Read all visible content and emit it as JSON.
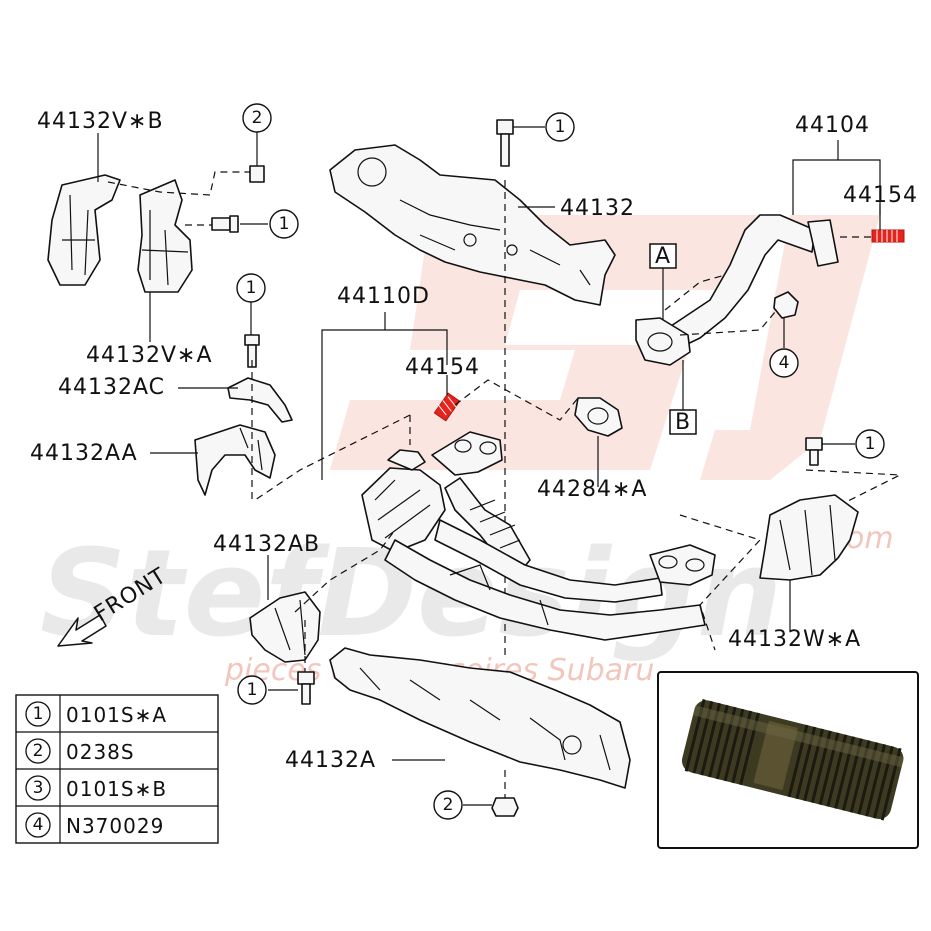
{
  "watermark": {
    "brand": "StefDesign",
    "tagline": "pieces & accessoires Subaru",
    "domain": ".com"
  },
  "labels": {
    "p44132VB": "44132V∗B",
    "p44132VA": "44132V∗A",
    "p44132AC": "44132AC",
    "p44132AA": "44132AA",
    "p44132AB": "44132AB",
    "p44110D": "44110D",
    "p44154_center": "44154",
    "p44132": "44132",
    "p44104": "44104",
    "p44154_right": "44154",
    "p44284A": "44284∗A",
    "p44132WA": "44132W∗A",
    "p44132A": "44132A",
    "front": "FRONT"
  },
  "callouts": {
    "c1_top_left": "1",
    "c2_top_left": "2",
    "c1_left_mid": "1",
    "c1_top_center": "1",
    "c4_right": "4",
    "c1_right": "1",
    "c1_bottom_left": "1",
    "c2_bottom": "2"
  },
  "ref_boxes": {
    "A": "A",
    "B": "B"
  },
  "legend": [
    {
      "num": "1",
      "part": "0101S∗A"
    },
    {
      "num": "2",
      "part": "0238S"
    },
    {
      "num": "3",
      "part": "0101S∗B"
    },
    {
      "num": "4",
      "part": "N370029"
    }
  ],
  "colors": {
    "highlight_red": "#e8231c",
    "watermark_pink": "#f6cfc6",
    "line": "#111111",
    "photo_stud": "#3d3a22"
  }
}
